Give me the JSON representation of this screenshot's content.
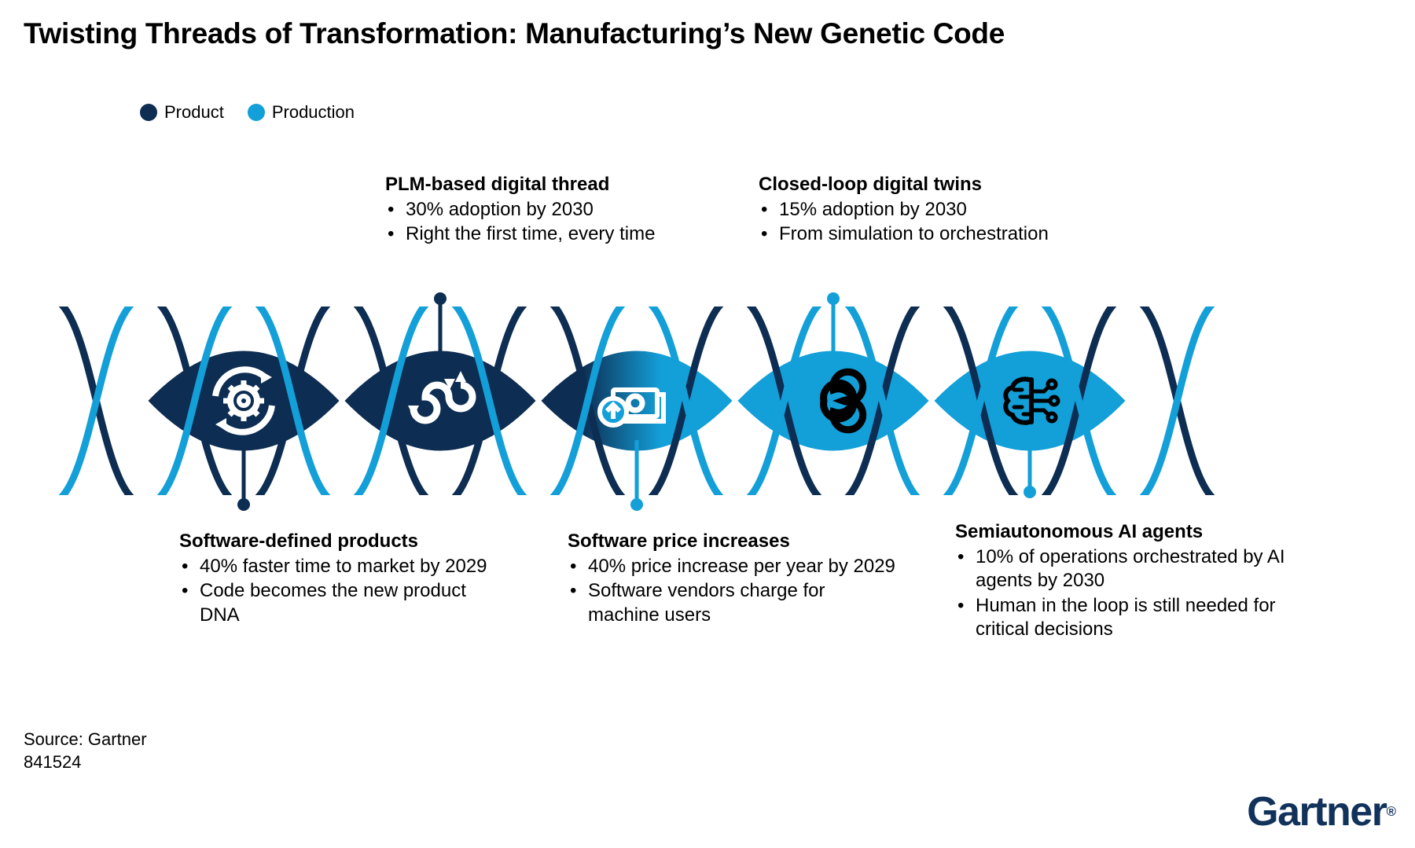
{
  "header": {
    "title": "Twisting Threads of Transformation: Manufacturing’s New Genetic Code"
  },
  "legend": {
    "items": [
      {
        "label": "Product",
        "color": "#0d2d52"
      },
      {
        "label": "Production",
        "color": "#139fd8"
      }
    ]
  },
  "colors": {
    "product_navy": "#0d2d52",
    "production_blue": "#139fd8",
    "white": "#ffffff",
    "black": "#000000",
    "logo_navy": "#11325b"
  },
  "helix": {
    "nodes": [
      {
        "id": "software-defined-products",
        "icon": "gear-refresh-icon",
        "fill": "navy",
        "icon_color": "#ffffff",
        "connector": "down",
        "connector_color": "#0d2d52"
      },
      {
        "id": "plm-based-digital-thread",
        "icon": "arrows-swap-icon",
        "fill": "navy",
        "icon_color": "#ffffff",
        "connector": "up",
        "connector_color": "#0d2d52"
      },
      {
        "id": "software-price-increases",
        "icon": "money-up-icon",
        "fill": "gradient",
        "icon_color": "#ffffff",
        "connector": "down",
        "connector_color": "#139fd8"
      },
      {
        "id": "closed-loop-digital-twins",
        "icon": "infinity-icon",
        "fill": "blue",
        "icon_color": "#000000",
        "connector": "up",
        "connector_color": "#139fd8"
      },
      {
        "id": "semiautonomous-ai-agents",
        "icon": "brain-circuit-icon",
        "fill": "blue",
        "icon_color": "#000000",
        "connector": "down",
        "connector_color": "#139fd8"
      }
    ]
  },
  "callouts": {
    "plm": {
      "title": "PLM-based digital thread",
      "bullets": [
        "30% adoption by 2030",
        "Right the first time, every time"
      ]
    },
    "twins": {
      "title": "Closed-loop digital twins",
      "bullets": [
        "15% adoption by 2030",
        "From simulation to orchestration"
      ]
    },
    "software_defined_products": {
      "title": "Software-defined products",
      "bullets": [
        "40% faster time to market by 2029",
        "Code becomes the new product DNA"
      ]
    },
    "software_price_increases": {
      "title": "Software price increases",
      "bullets": [
        "40% price increase per year by 2029",
        "Software vendors charge for machine users"
      ]
    },
    "ai_agents": {
      "title": "Semiautonomous AI agents",
      "bullets": [
        "10% of operations orchestrated by AI agents by 2030",
        "Human in the loop is still needed for critical decisions"
      ]
    }
  },
  "footer": {
    "source": "Source: Gartner\n841524",
    "logo_text": "Gartner",
    "logo_mark": "®"
  }
}
